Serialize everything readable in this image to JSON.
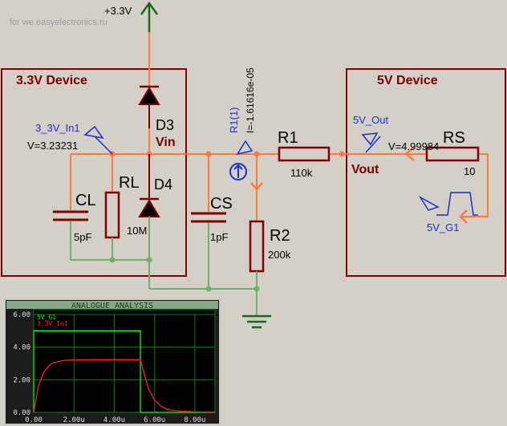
{
  "watermark": "for we.easyelectronics.ru",
  "supply": {
    "label": "+3.3V"
  },
  "boxes": {
    "device_33": "3.3V Device",
    "device_5": "5V Device"
  },
  "components": {
    "d3": "D3",
    "vin": "Vin",
    "d4": "D4",
    "rl": "RL",
    "rl_value": "10M",
    "cl": "CL",
    "cl_value": "5pF",
    "cs": "CS",
    "cs_value": "1pF",
    "r1": "R1",
    "r1_value": "110k",
    "r2": "R2",
    "r2_value": "200k",
    "rs": "RS",
    "rs_value": "10",
    "vout": "Vout"
  },
  "probes": {
    "in_probe_name": "3_3V_In1",
    "in_probe_value": "V=3.23231",
    "out_probe_name": "5V_Out",
    "out_probe_value": "V=4.99984",
    "current_probe_name": "R1(1)",
    "current_probe_value": "I=-1.61616e-05",
    "generator_name": "5V_G1"
  },
  "analysis": {
    "title": "ANALOGUE ANALYSIS",
    "legend": [
      "5V_G1",
      "3.3V_In1"
    ]
  },
  "colors": {
    "background": "#d4d0c8",
    "box": "#800000",
    "wire_live": "#ff7a3d",
    "wire_ground": "#6fb06f",
    "component": "#800000",
    "probe": "#1a2fc8",
    "scope_bg": "#000000",
    "scope_grid": "#0a7d0a",
    "trace_gen": "#00ff00",
    "trace_in": "#ff2020"
  },
  "chart_data": {
    "type": "line",
    "title": "ANALOGUE ANALYSIS",
    "xlabel": "",
    "ylabel": "",
    "xlim": [
      0,
      9e-06
    ],
    "ylim": [
      0,
      6
    ],
    "x_ticks": [
      "0.00",
      "2.00u",
      "4.00u",
      "6.00u",
      "8.00u"
    ],
    "x_tick_values": [
      0,
      2e-06,
      4e-06,
      6e-06,
      8e-06
    ],
    "y_ticks": [
      "0.00",
      "2.00",
      "4.00",
      "6.00"
    ],
    "y_tick_values": [
      0,
      2,
      4,
      6
    ],
    "grid": true,
    "legend_position": "top-left",
    "series": [
      {
        "name": "5V_G1",
        "color": "#00ff00",
        "x": [
          0,
          1e-09,
          5.3e-06,
          5.301e-06,
          9e-06
        ],
        "y": [
          0,
          5,
          5,
          0,
          0
        ]
      },
      {
        "name": "3.3V_In1",
        "color": "#ff2020",
        "x": [
          0,
          2.5e-07,
          5e-07,
          7.5e-07,
          1e-06,
          1.5e-06,
          2e-06,
          3e-06,
          4e-06,
          5e-06,
          5.3e-06,
          5.5e-06,
          5.7e-06,
          6e-06,
          6.3e-06,
          6.6e-06,
          7e-06,
          8e-06,
          9e-06
        ],
        "y": [
          0,
          1.7,
          2.45,
          2.85,
          3.05,
          3.18,
          3.22,
          3.23,
          3.23,
          3.23,
          3.23,
          2.3,
          1.45,
          0.75,
          0.4,
          0.2,
          0.1,
          0.03,
          0.01
        ]
      }
    ]
  }
}
